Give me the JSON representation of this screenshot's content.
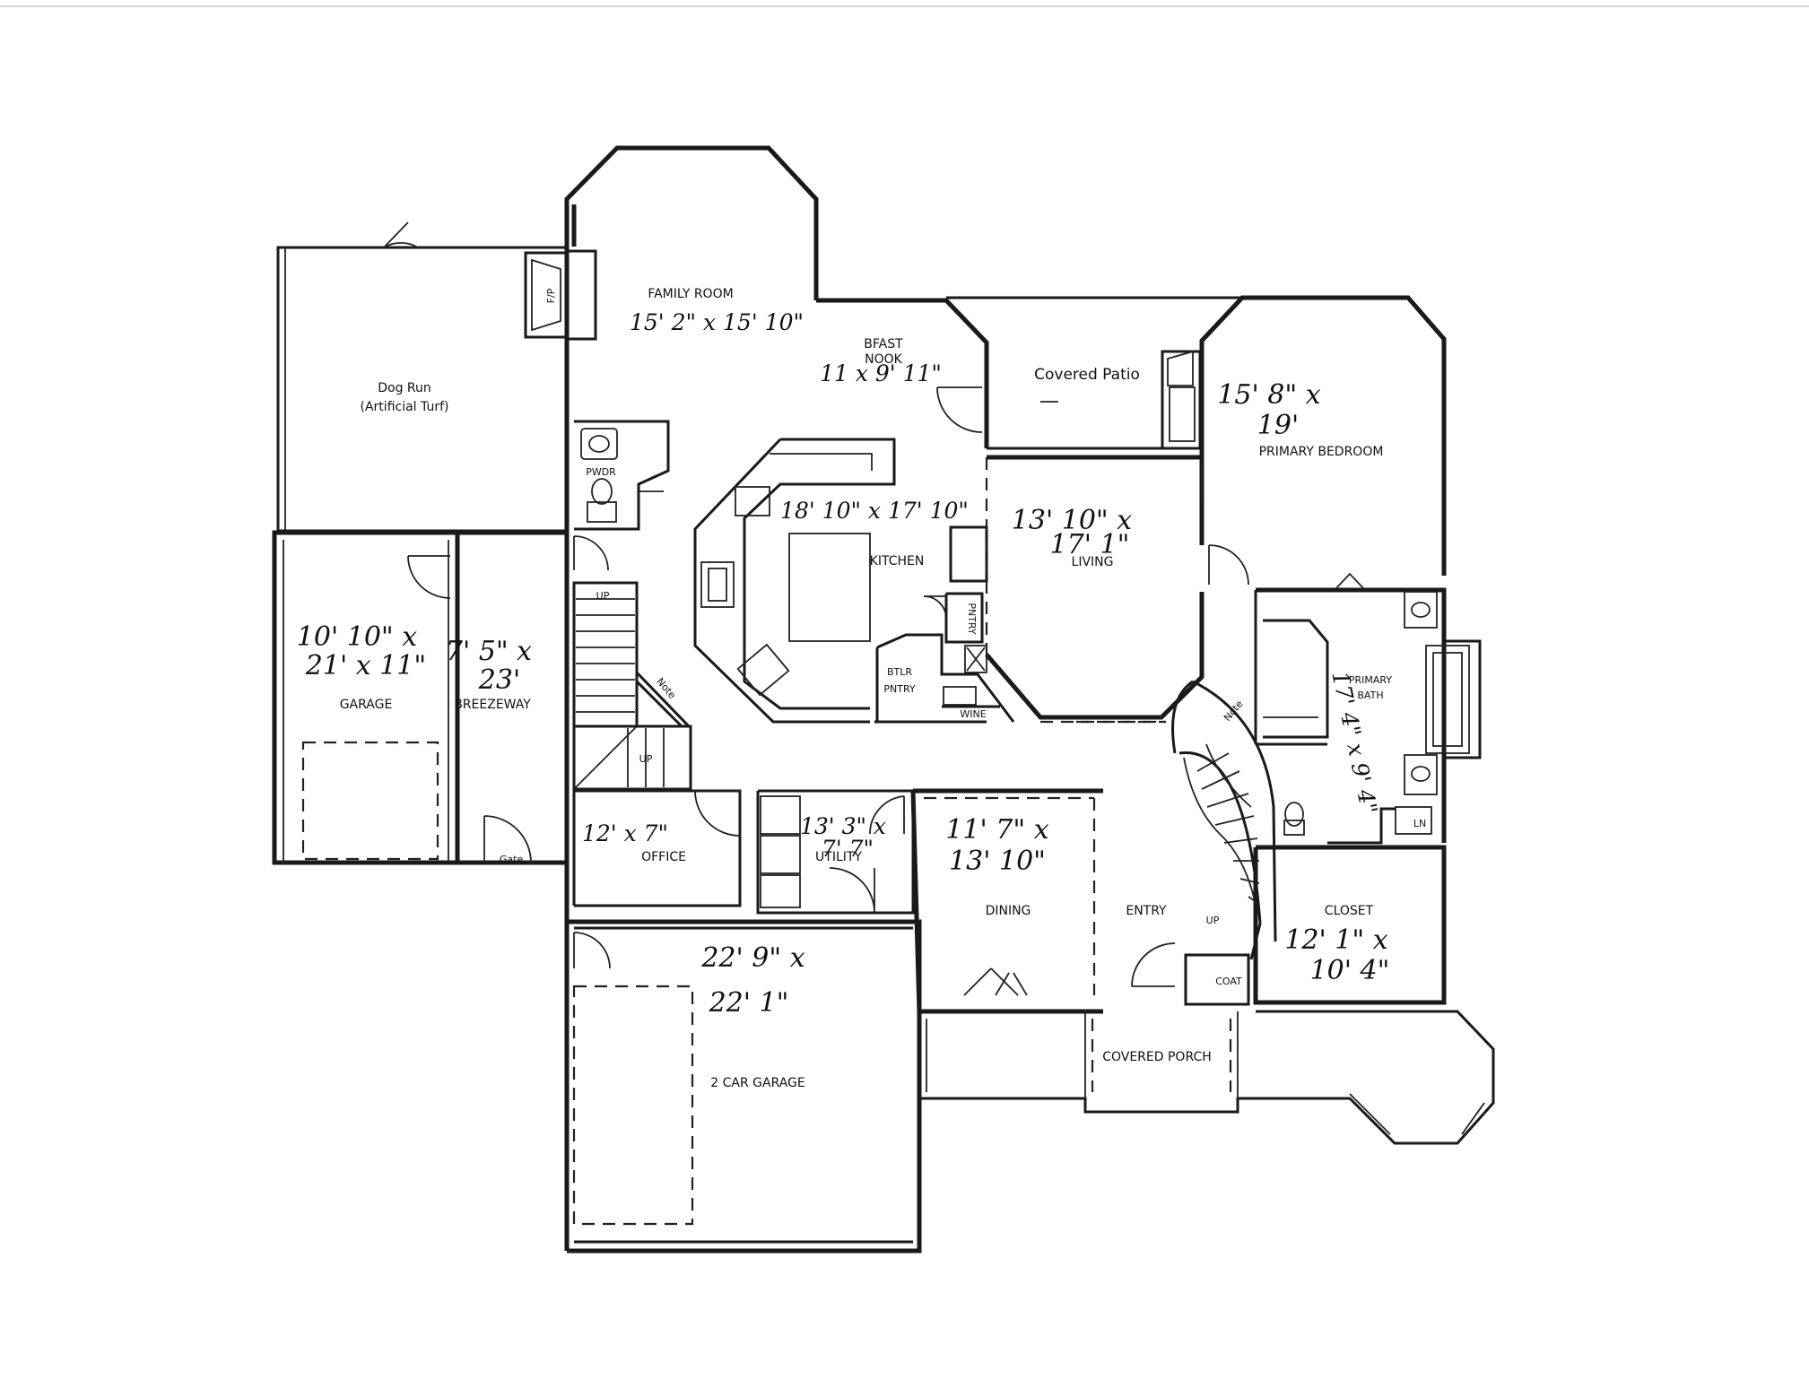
{
  "rooms": {
    "family_room": {
      "name": "FAMILY ROOM",
      "size": "15' 2\" x 15' 10\""
    },
    "fireplace": {
      "name": "F/P"
    },
    "bfast_nook": {
      "name_line1": "BFAST",
      "name_line2": "NOOK",
      "size": "11 x 9' 11\""
    },
    "covered_patio": {
      "name": "Covered Patio"
    },
    "primary_bedroom": {
      "name": "PRIMARY BEDROOM",
      "size_line1": "15' 8\" x",
      "size_line2": "19'"
    },
    "dog_run": {
      "name_line1": "Dog Run",
      "name_line2": "(Artificial Turf)"
    },
    "powder": {
      "name": "PWDR"
    },
    "kitchen": {
      "name": "KITCHEN",
      "size": "18' 10\" x 17' 10\""
    },
    "pantry": {
      "name": "PNTRY"
    },
    "butler_pantry": {
      "name_line1": "BTLR",
      "name_line2": "PNTRY"
    },
    "wine": {
      "name": "WINE"
    },
    "living": {
      "name": "LIVING",
      "size_line1": "13' 10\" x",
      "size_line2": "17' 1\""
    },
    "garage": {
      "name": "GARAGE",
      "size_line1": "10' 10\" x",
      "size_line2": "21' x 11\""
    },
    "breezeway": {
      "name": "BREEZEWAY",
      "size_line1": "7' 5\" x",
      "size_line2": "23'"
    },
    "gate": {
      "name": "Gate"
    },
    "office": {
      "name": "OFFICE",
      "size": "12' x 7\""
    },
    "utility": {
      "name": "UTILITY",
      "size_line1": "13' 3\" x",
      "size_line2": "7' 7\""
    },
    "dining": {
      "name": "DINING",
      "size_line1": "11' 7\" x",
      "size_line2": "13' 10\""
    },
    "entry": {
      "name": "ENTRY"
    },
    "primary_bath": {
      "name_line1": "PRIMARY",
      "name_line2": "BATH",
      "size": "17' 4\" x 9' 4\""
    },
    "linen": {
      "name": "LN"
    },
    "closet": {
      "name": "CLOSET",
      "size_line1": "12' 1\" x",
      "size_line2": "10' 4\""
    },
    "coat": {
      "name": "COAT"
    },
    "two_car_garage": {
      "name": "2 CAR GARAGE",
      "size_line1": "22' 9\" x",
      "size_line2": "22' 1\""
    },
    "covered_porch": {
      "name": "COVERED PORCH"
    }
  },
  "stairs": {
    "up_labels": [
      "UP",
      "UP",
      "UP"
    ],
    "note_left": "Note",
    "note_right": "Note"
  }
}
